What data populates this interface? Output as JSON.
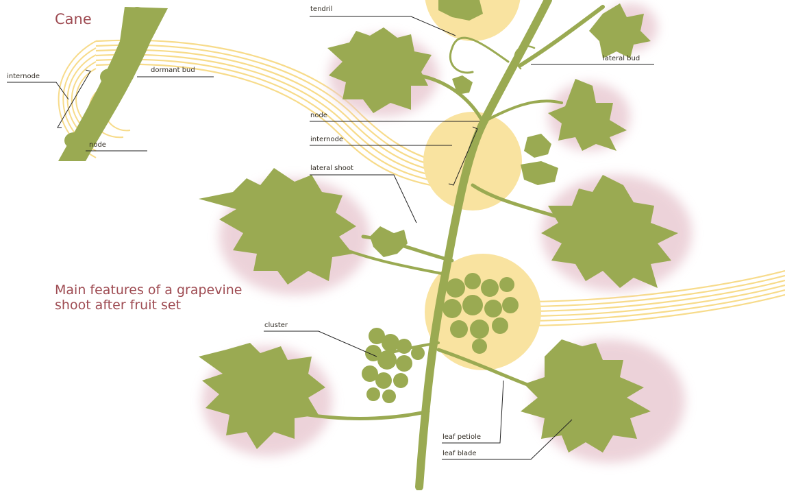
{
  "titles": {
    "cane": "Cane",
    "main": "Main features of a grapevine shoot after fruit set"
  },
  "labels": {
    "tendril": "tendril",
    "lateral_bud": "lateral bud",
    "internode_cane": "internode",
    "dormant_bud": "dormant bud",
    "node_cane": "node",
    "node": "node",
    "internode": "internode",
    "lateral_shoot": "lateral shoot",
    "cluster": "cluster",
    "leaf_petiole": "leaf petiole",
    "leaf_blade": "leaf blade"
  },
  "colors": {
    "vine": "#9aaa52",
    "band": "#f7db8a",
    "circle": "#f9e3a0",
    "shadow": "#e8c8d0",
    "title": "#9e4b52",
    "leader": "#222222"
  }
}
